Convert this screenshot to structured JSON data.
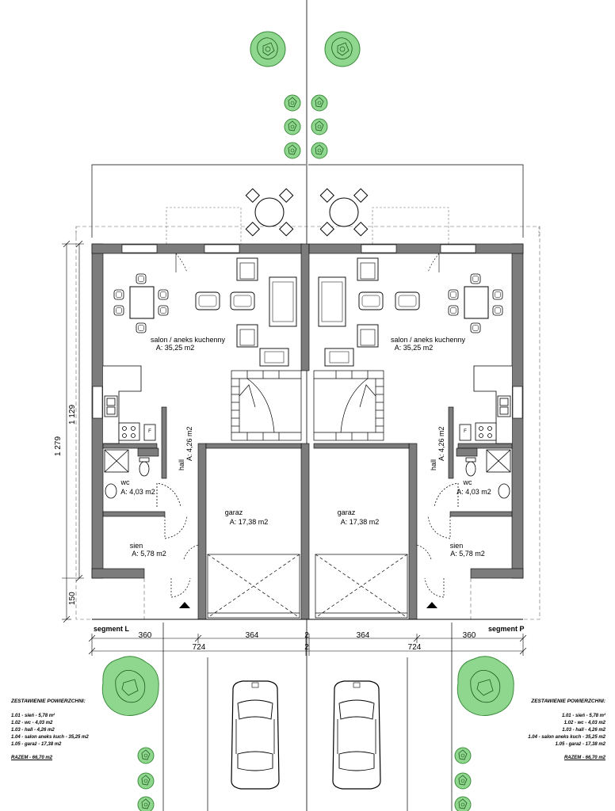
{
  "colors": {
    "wall": "#7c7c7c",
    "tree": "#8fd68f",
    "tree_edge": "#3c8c3c",
    "line": "#000000",
    "dash": "#777777"
  },
  "rooms": {
    "left": {
      "salon_name": "salon / aneks kuchenny",
      "salon_area": "A: 35,25 m2",
      "hall_name": "hall",
      "hall_area": "A: 4,26 m2",
      "wc_name": "wc",
      "wc_area": "A: 4,03 m2",
      "garaz_name": "garaz",
      "garaz_area": "A: 17,38 m2",
      "sien_name": "sien",
      "sien_area": "A: 5,78 m2"
    },
    "right": {
      "salon_name": "salon / aneks kuchenny",
      "salon_area": "A: 35,25 m2",
      "hall_name": "hall",
      "hall_area": "A: 4,26 m2",
      "wc_name": "wc",
      "wc_area": "A: 4,03 m2",
      "garaz_name": "garaz",
      "garaz_area": "A: 17,38 m2",
      "sien_name": "sien",
      "sien_area": "A: 5,78 m2"
    },
    "kitchen_stove_mark": "F"
  },
  "dimensions": {
    "vertical": {
      "total": "1 279",
      "building": "1 129",
      "front": "150"
    },
    "row1": {
      "left": "360",
      "center_left": "364",
      "center": "2",
      "center_right": "364",
      "right": "360"
    },
    "row2": {
      "left": "724",
      "center": "2",
      "right": "724"
    }
  },
  "segments": {
    "left": "segment L",
    "right": "segment P"
  },
  "summary": {
    "left": {
      "title": "ZESTAWIENIE POWIERZCHNI:",
      "items": [
        "1.01 - sień - 5,78 m²",
        "1.02 - wc - 4,03 m2",
        "1.03 - hall - 4,26 m2",
        "1.04 - salon aneks kuch - 35,25 m2",
        "1.05 - garaż - 17,38 m2"
      ],
      "total": "RAZEM - 66,70 m2"
    },
    "right": {
      "title": "ZESTAWIENIE POWIERZCHNI:",
      "items": [
        "1.01 - sień - 5,78 m²",
        "1.02 - wc - 4,03 m2",
        "1.03 - hall - 4,26 m2",
        "1.04 - salon aneks kuch - 35,25 m2",
        "1.05 - garaż - 17,38 m2"
      ],
      "total": "RAZEM - 66,70 m2"
    }
  }
}
